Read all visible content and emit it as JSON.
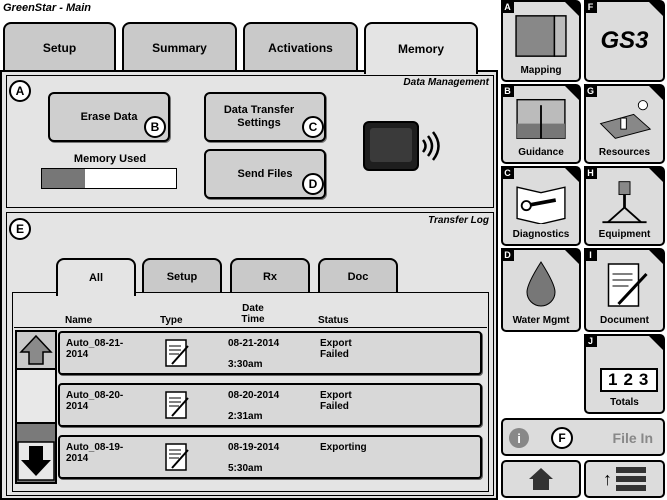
{
  "window": {
    "title": "GreenStar - Main"
  },
  "tabs": [
    {
      "label": "Setup"
    },
    {
      "label": "Summary"
    },
    {
      "label": "Activations"
    },
    {
      "label": "Memory"
    }
  ],
  "data_management": {
    "heading": "Data Management",
    "letter": "A",
    "erase_label": "Erase Data",
    "erase_letter": "B",
    "transfer_settings_label": "Data Transfer Settings",
    "transfer_settings_letter": "C",
    "send_files_label": "Send Files",
    "send_files_letter": "D",
    "memory_used_label": "Memory Used",
    "memory_used_fraction": 0.32
  },
  "transfer_log": {
    "heading": "Transfer Log",
    "letter": "E",
    "subtabs": [
      {
        "label": "All"
      },
      {
        "label": "Setup"
      },
      {
        "label": "Rx"
      },
      {
        "label": "Doc"
      }
    ],
    "columns": {
      "name": "Name",
      "type": "Type",
      "date_time": "Date Time",
      "status": "Status"
    },
    "rows": [
      {
        "name": "Auto_08-21-2014",
        "date": "08-21-2014",
        "time": "3:30am",
        "status": "Export Failed"
      },
      {
        "name": "Auto_08-20-2014",
        "date": "08-20-2014",
        "time": "2:31am",
        "status": "Export Failed"
      },
      {
        "name": "Auto_08-19-2014",
        "date": "08-19-2014",
        "time": "5:30am",
        "status": "Exporting"
      }
    ]
  },
  "side_menu": [
    {
      "key": "A",
      "label": "Mapping",
      "icon": "mapping-icon"
    },
    {
      "key": "F",
      "label": "",
      "logo": "GS3",
      "icon": "gs3-logo"
    },
    {
      "key": "B",
      "label": "Guidance",
      "icon": "guidance-icon"
    },
    {
      "key": "G",
      "label": "Resources",
      "icon": "resources-icon"
    },
    {
      "key": "C",
      "label": "Diagnostics",
      "icon": "diagnostics-icon"
    },
    {
      "key": "H",
      "label": "Equipment",
      "icon": "equipment-icon"
    },
    {
      "key": "D",
      "label": "Water Mgmt",
      "icon": "water-drop-icon"
    },
    {
      "key": "I",
      "label": "Document",
      "icon": "document-icon"
    },
    {
      "key": "J",
      "label": "Totals",
      "digits": "123",
      "icon": "totals-icon"
    }
  ],
  "file_in": {
    "label": "File In",
    "letter": "F"
  }
}
